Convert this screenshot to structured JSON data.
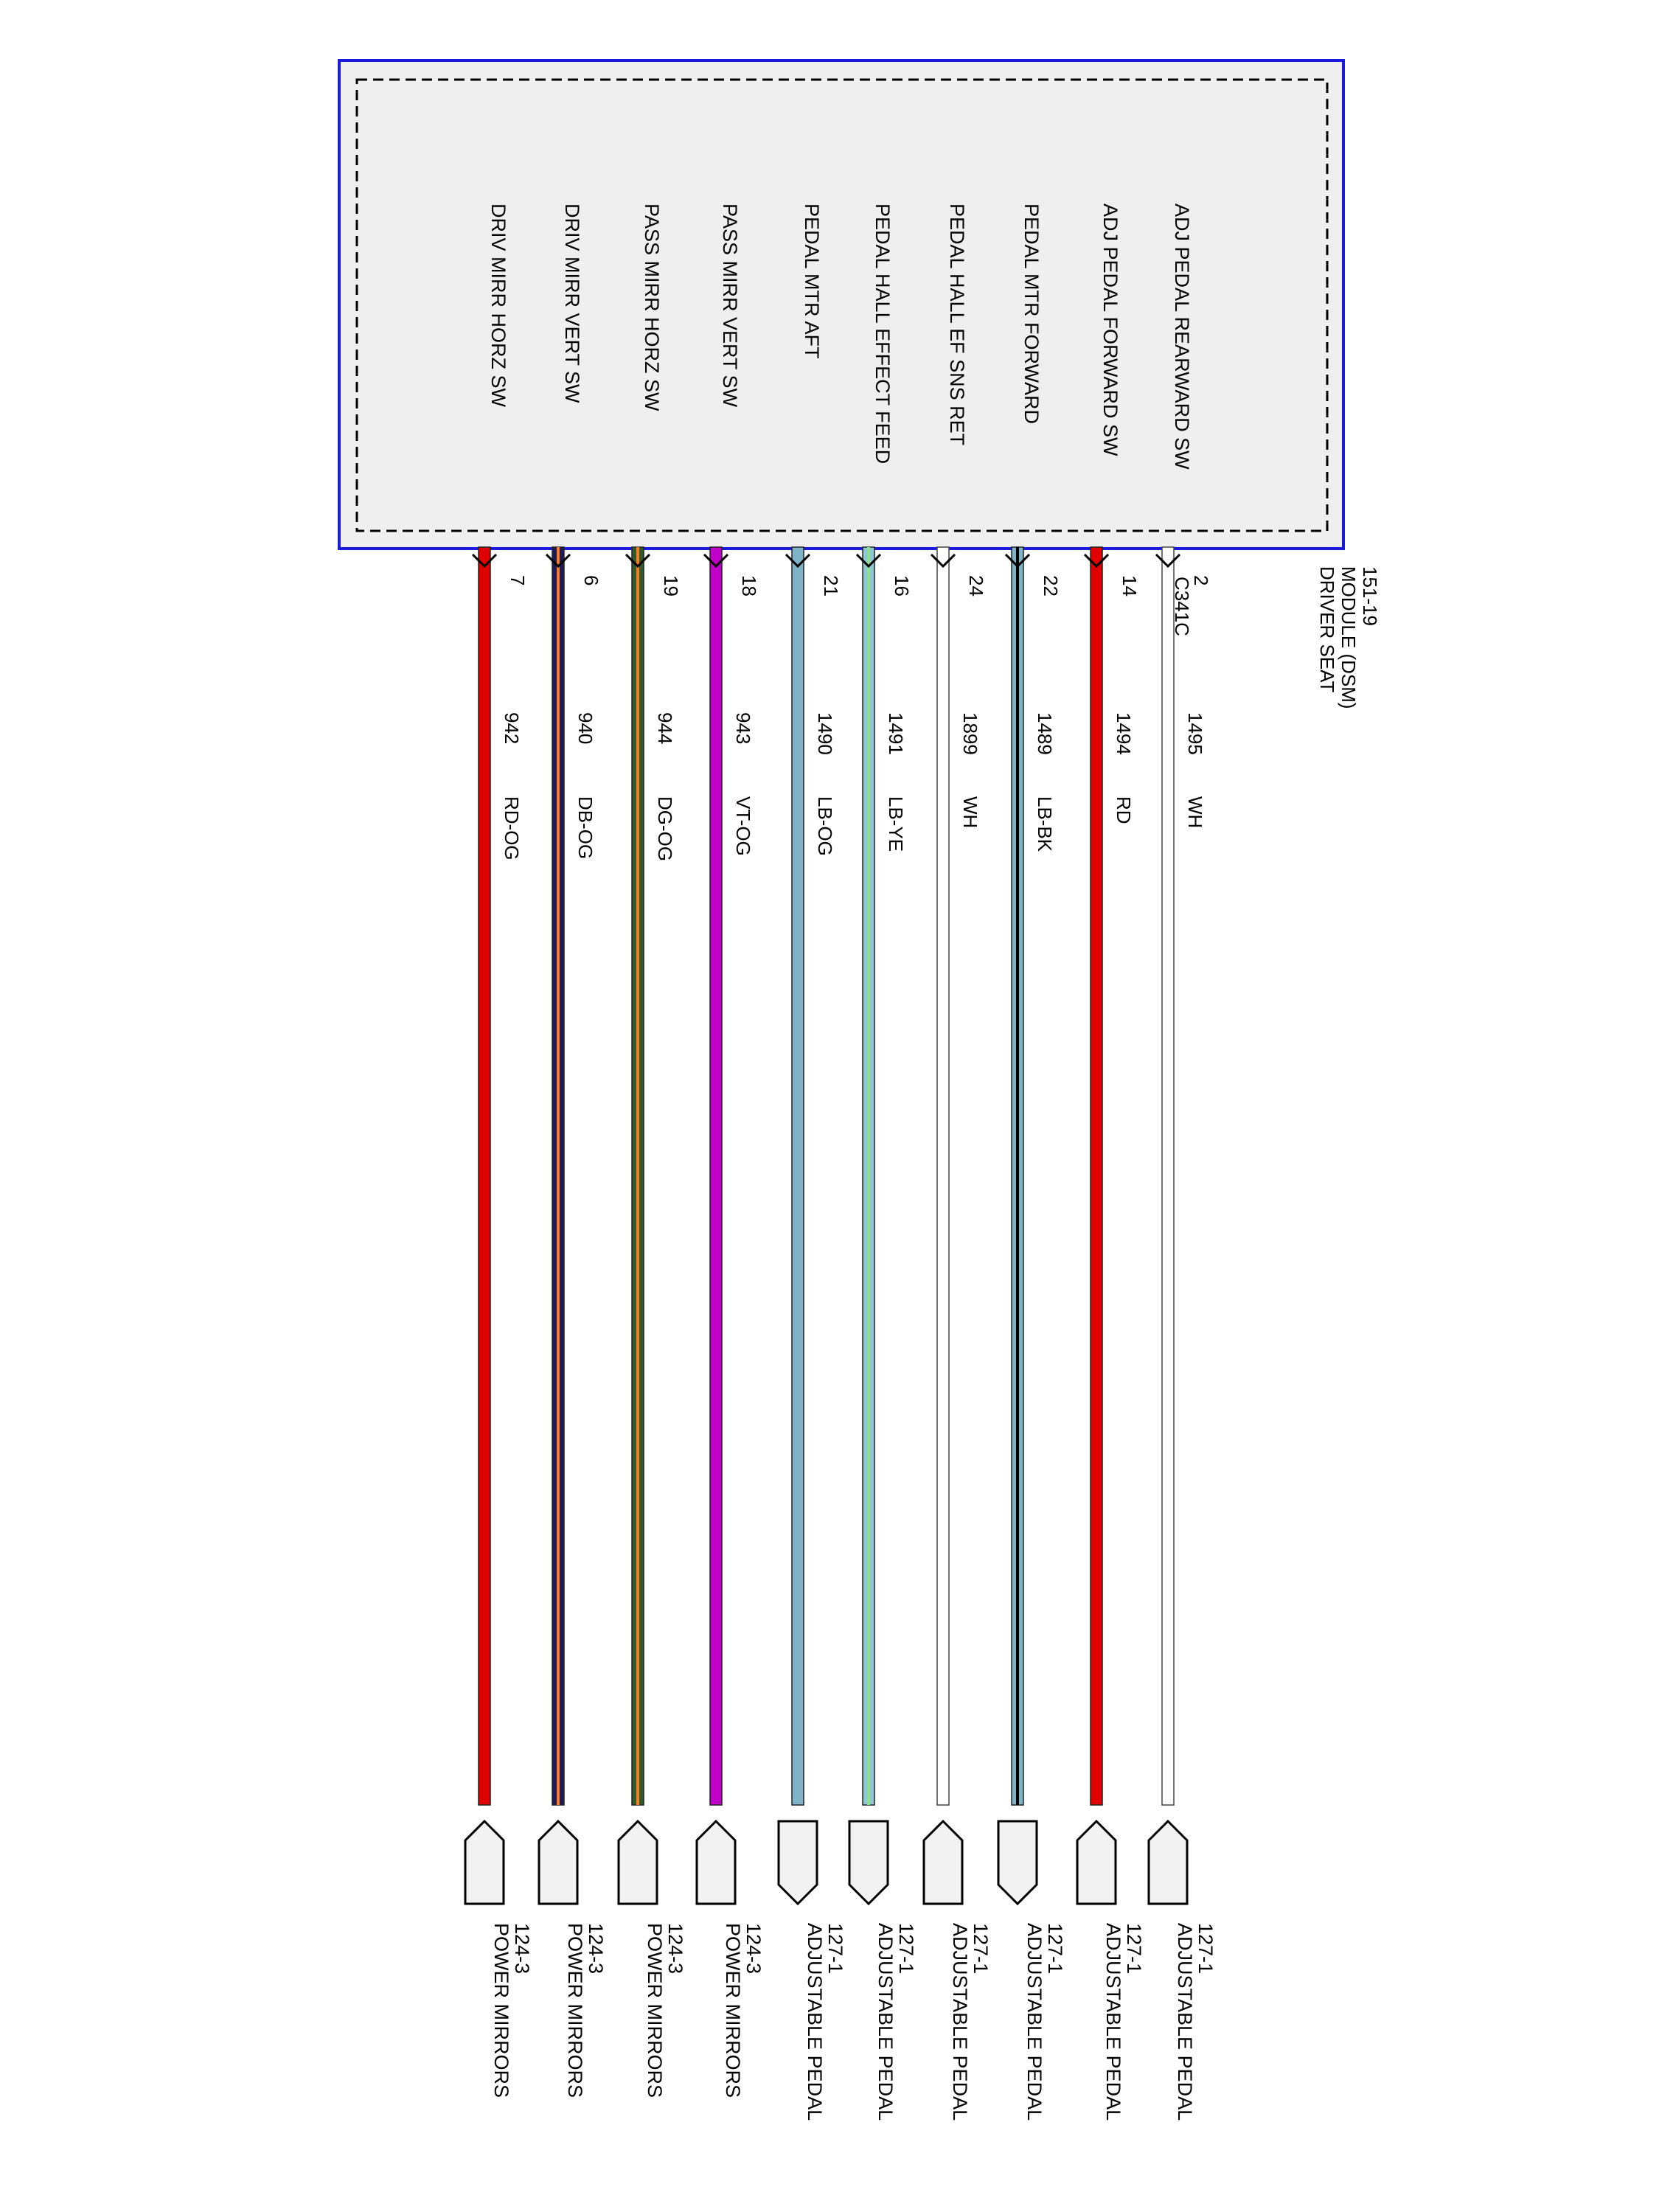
{
  "module": {
    "title_lines": [
      "DRIVER SEAT",
      "MODULE (DSM)",
      "151-19"
    ],
    "connector": "C341C",
    "colors": {
      "border": "#1a1adb",
      "fill": "#efefef"
    }
  },
  "wires": [
    {
      "pin_label": "ADJ PEDAL REARWARD SW",
      "pin": "2",
      "circuit": "1495",
      "color_code": "WH",
      "colors": [
        "#ffffff",
        "#ffffff"
      ],
      "dest_lines": [
        "ADJUSTABLE PEDAL",
        "127-1"
      ],
      "conn": "pentagon"
    },
    {
      "pin_label": "ADJ PEDAL FORWARD SW",
      "pin": "14",
      "circuit": "1494",
      "color_code": "RD",
      "colors": [
        "#e10000",
        "#e10000"
      ],
      "dest_lines": [
        "ADJUSTABLE PEDAL",
        "127-1"
      ],
      "conn": "pentagon"
    },
    {
      "pin_label": "PEDAL MTR FORWARD",
      "pin": "22",
      "circuit": "1489",
      "color_code": "LB-BK",
      "colors": [
        "#7fb3c8",
        "#000000"
      ],
      "dest_lines": [
        "ADJUSTABLE PEDAL",
        "127-1"
      ],
      "conn": "arrow"
    },
    {
      "pin_label": "PEDAL HALL EF SNS RET",
      "pin": "24",
      "circuit": "1899",
      "color_code": "WH",
      "colors": [
        "#ffffff",
        "#ffffff"
      ],
      "dest_lines": [
        "ADJUSTABLE PEDAL",
        "127-1"
      ],
      "conn": "pentagon"
    },
    {
      "pin_label": "PEDAL HALL EFFECT FEED",
      "pin": "16",
      "circuit": "1491",
      "color_code": "LB-YE",
      "colors": [
        "#8ec8d4",
        "#8ee08e"
      ],
      "dest_lines": [
        "ADJUSTABLE PEDAL",
        "127-1"
      ],
      "conn": "arrow"
    },
    {
      "pin_label": "PEDAL MTR AFT",
      "pin": "21",
      "circuit": "1490",
      "color_code": "LB-OG",
      "colors": [
        "#7fb3c8",
        "#7fb3c8"
      ],
      "dest_lines": [
        "ADJUSTABLE PEDAL",
        "127-1"
      ],
      "conn": "arrow"
    },
    {
      "pin_label": "PASS MIRR VERT SW",
      "pin": "18",
      "circuit": "943",
      "color_code": "VT-OG",
      "colors": [
        "#c000c8",
        "#c000c8"
      ],
      "dest_lines": [
        "POWER MIRRORS",
        "124-3"
      ],
      "conn": "pentagon"
    },
    {
      "pin_label": "PASS MIRR HORZ SW",
      "pin": "19",
      "circuit": "944",
      "color_code": "DG-OG",
      "colors": [
        "#2e5a2e",
        "#ff7a1a"
      ],
      "dest_lines": [
        "POWER MIRRORS",
        "124-3"
      ],
      "conn": "pentagon"
    },
    {
      "pin_label": "DRIV MIRR VERT SW",
      "pin": "6",
      "circuit": "940",
      "color_code": "DB-OG",
      "colors": [
        "#1b1b5a",
        "#ff7a1a"
      ],
      "dest_lines": [
        "POWER MIRRORS",
        "124-3"
      ],
      "conn": "pentagon"
    },
    {
      "pin_label": "DRIV MIRR HORZ SW",
      "pin": "7",
      "circuit": "942",
      "color_code": "RD-OG",
      "colors": [
        "#e10000",
        "#e10000"
      ],
      "dest_lines": [
        "POWER MIRRORS",
        "124-3"
      ],
      "conn": "pentagon"
    }
  ]
}
